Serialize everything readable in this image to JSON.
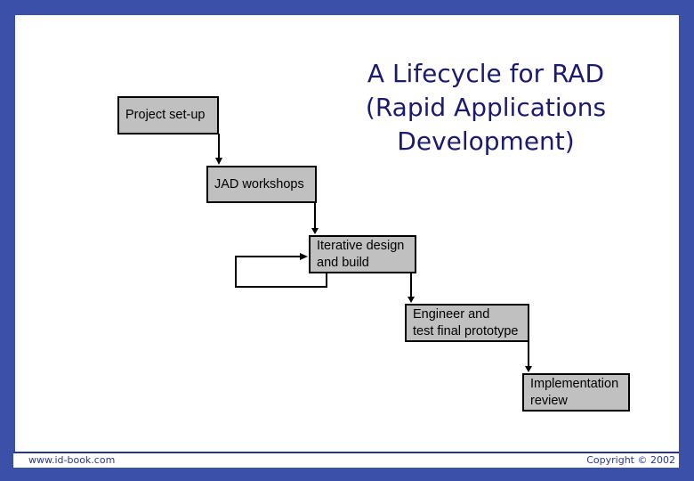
{
  "slide": {
    "title": "A Lifecycle for RAD\n(Rapid Applications\nDevelopment)"
  },
  "diagram": {
    "boxes": [
      {
        "id": "project-set-up",
        "label": "Project set-up"
      },
      {
        "id": "jad-workshops",
        "label": "JAD workshops"
      },
      {
        "id": "iterative-design-and-build",
        "label": "Iterative design\nand build"
      },
      {
        "id": "engineer-and-test-final-prototype",
        "label": "Engineer and\ntest final prototype"
      },
      {
        "id": "implementation-review",
        "label": "Implementation\nreview"
      }
    ],
    "connectors": [
      {
        "from": "project-set-up",
        "to": "jad-workshops",
        "type": "down-arrow"
      },
      {
        "from": "jad-workshops",
        "to": "iterative-design-and-build",
        "type": "down-arrow"
      },
      {
        "from": "iterative-design-and-build",
        "to": "engineer-and-test-final-prototype",
        "type": "down-arrow"
      },
      {
        "from": "engineer-and-test-final-prototype",
        "to": "implementation-review",
        "type": "down-arrow"
      },
      {
        "from": "iterative-design-and-build",
        "to": "iterative-design-and-build",
        "type": "feedback-loop"
      }
    ]
  },
  "footer": {
    "website": "www.id-book.com",
    "copyright": "Copyright © 2002"
  },
  "colors": {
    "frame_blue": "#3b51a9",
    "divider_navy": "#283593",
    "title_navy": "#1a1a70",
    "footer_navy": "#2b3690",
    "box_fill": "#c0c0c0",
    "box_border": "#000000"
  }
}
